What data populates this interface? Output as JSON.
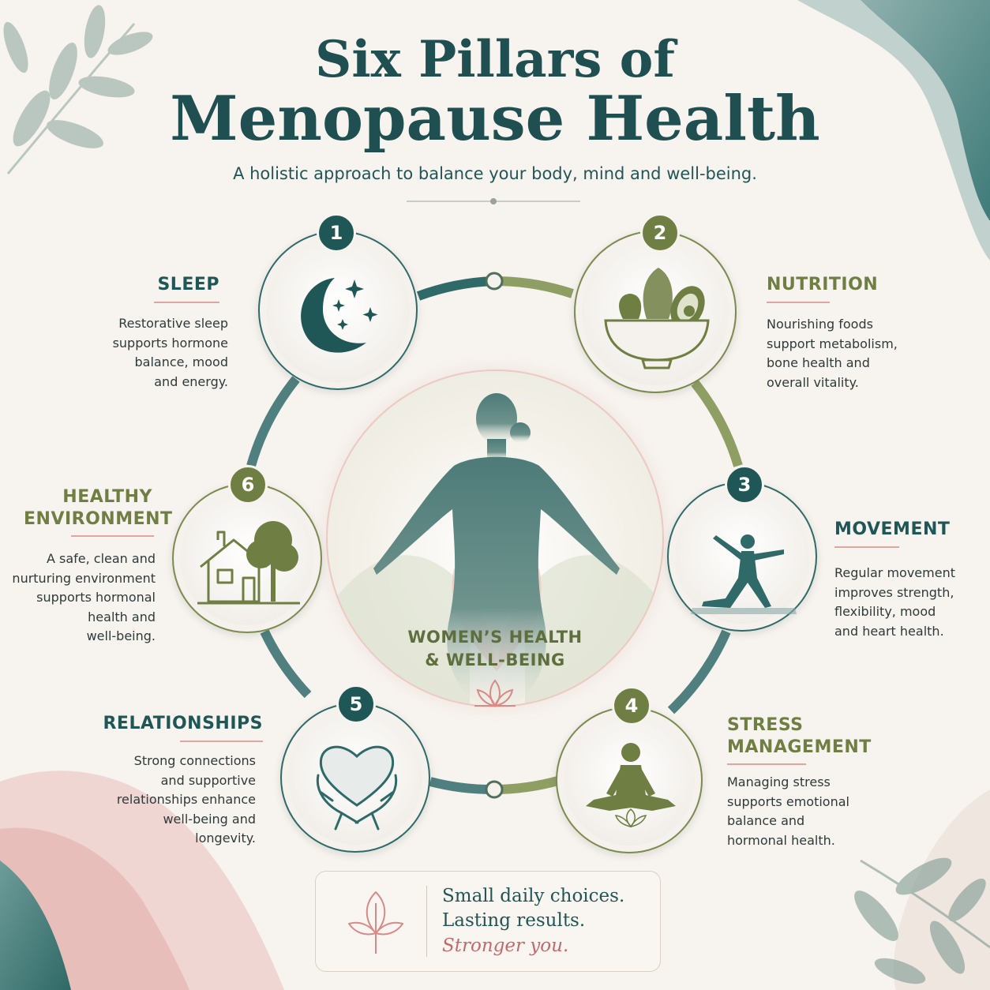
{
  "title": {
    "line1": "Six Pillars of",
    "line2": "Menopause Health"
  },
  "subtitle": "A holistic approach to balance your body, mind and well-being.",
  "center": {
    "line1": "WOMEN’S HEALTH",
    "line2": "& WELL-BEING"
  },
  "colors": {
    "teal": "#1f5656",
    "olive": "#6f7e42",
    "blush": "#e2a4a0",
    "background": "#f7f3ef"
  },
  "pillars": [
    {
      "number": "1",
      "title": "SLEEP",
      "icon": "moon-stars-icon",
      "desc": [
        "Restorative sleep",
        "supports hormone",
        "balance, mood",
        "and energy."
      ]
    },
    {
      "number": "2",
      "title": "NUTRITION",
      "icon": "salad-bowl-icon",
      "desc": [
        "Nourishing foods",
        "support metabolism,",
        "bone health and",
        "overall vitality."
      ]
    },
    {
      "number": "3",
      "title": "MOVEMENT",
      "icon": "yoga-pose-icon",
      "desc": [
        "Regular movement",
        "improves strength,",
        "flexibility, mood",
        "and heart health."
      ]
    },
    {
      "number": "4",
      "title_lines": [
        "STRESS",
        "MANAGEMENT"
      ],
      "icon": "meditation-icon",
      "desc": [
        "Managing stress",
        "supports emotional",
        "balance and",
        "hormonal health."
      ]
    },
    {
      "number": "5",
      "title": "RELATIONSHIPS",
      "icon": "heart-hands-icon",
      "desc": [
        "Strong connections",
        "and supportive",
        "relationships enhance",
        "well-being and",
        "longevity."
      ]
    },
    {
      "number": "6",
      "title_lines": [
        "HEALTHY",
        "ENVIRONMENT"
      ],
      "icon": "house-tree-icon",
      "desc": [
        "A safe, clean and",
        "nurturing environment",
        "supports hormonal",
        "health and",
        "well-being."
      ]
    }
  ],
  "quote": {
    "line1": "Small daily choices.",
    "line2": "Lasting results.",
    "line3": "Stronger you."
  }
}
